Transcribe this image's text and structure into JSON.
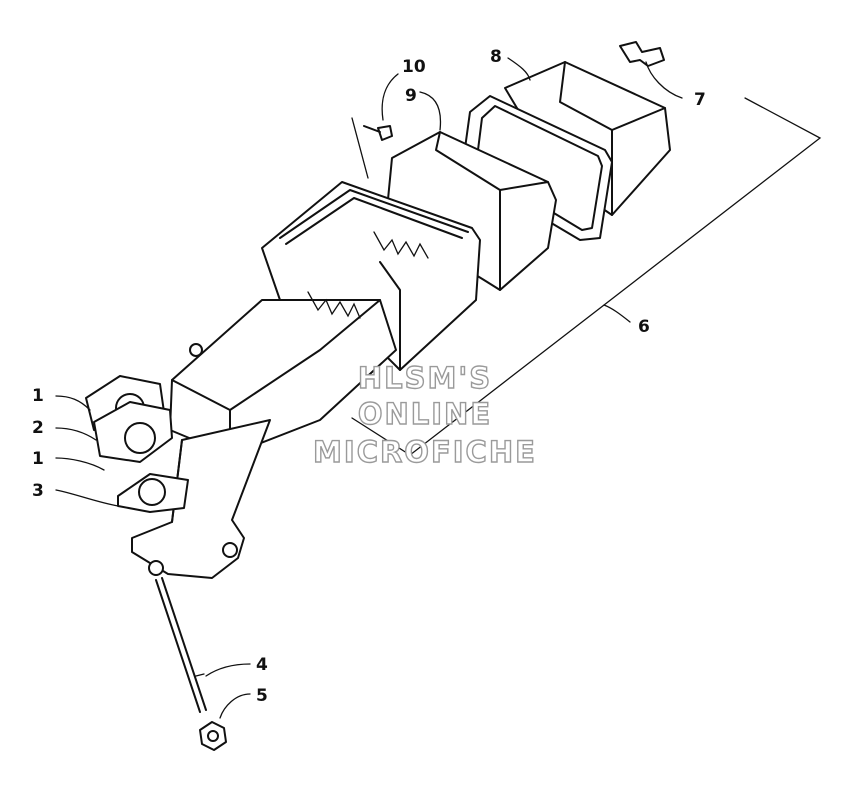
{
  "callouts": [
    {
      "id": "c10",
      "label": "10"
    },
    {
      "id": "c9",
      "label": "9"
    },
    {
      "id": "c8",
      "label": "8"
    },
    {
      "id": "c7",
      "label": "7"
    },
    {
      "id": "c6",
      "label": "6"
    },
    {
      "id": "c1a",
      "label": "1"
    },
    {
      "id": "c2",
      "label": "2"
    },
    {
      "id": "c1b",
      "label": "1"
    },
    {
      "id": "c3",
      "label": "3"
    },
    {
      "id": "c4",
      "label": "4"
    },
    {
      "id": "c5",
      "label": "5"
    }
  ],
  "watermark": {
    "line1": "HLSM'S",
    "line2": "ONLINE",
    "line3": "MICROFICHE"
  }
}
